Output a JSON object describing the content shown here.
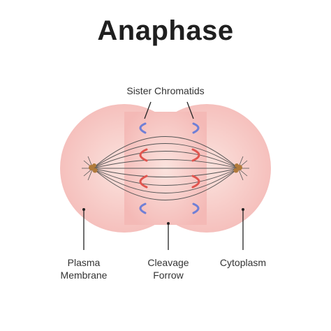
{
  "title": "Anaphase",
  "labels": {
    "sister_chromatids": "Sister Chromatids",
    "plasma_membrane": [
      "Plasma",
      "Membrane"
    ],
    "cleavage_furrow": [
      "Cleavage",
      "Forrow"
    ],
    "cytoplasm": "Cytoplasm"
  },
  "colors": {
    "cell_fill_center": "#fbe3de",
    "cell_fill_edge": "#f4b9b6",
    "chromatid_blue": "#6f7fd6",
    "chromatid_red": "#e0554f",
    "centrosome": "#b07a3c",
    "spindle": "#555555",
    "pointer_line": "#222222"
  }
}
